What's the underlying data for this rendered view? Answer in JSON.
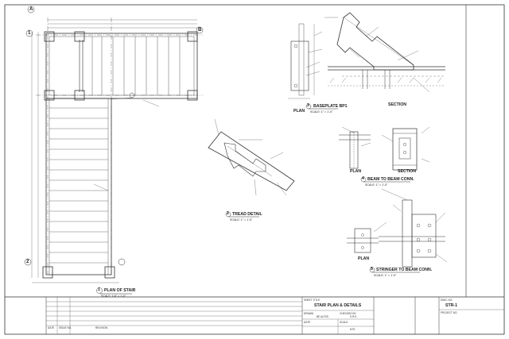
{
  "drawing_views": {
    "plan_of_stair": {
      "title": "PLAN OF STAIR",
      "number": "1",
      "scale": "SCALE: 1/4\" = 1'-0\""
    },
    "baseplate": {
      "title": "BASEPLATE BP1",
      "number": "3",
      "scale": "SCALE: 1\" = 1'-0\""
    },
    "plan_label": "PLAN",
    "section_label": "SECTION",
    "tread_detail": {
      "title": "TREAD DETAIL",
      "number": "2",
      "scale": "SCALE: 1\" = 1'-0\""
    },
    "beam_to_beam": {
      "title": "BEAM TO BEAM CONN.",
      "number": "4",
      "scale": "SCALE: 1\" = 1'-0\""
    },
    "stringer_to_beam": {
      "title": "STRINGER TO BEAM CONN.",
      "number": "5",
      "scale": "SCALE: 1\" = 1'-0\""
    }
  },
  "grid_markers": [
    "A",
    "B",
    "1",
    "2"
  ],
  "title_block": {
    "sheet_title_label": "SHEET TITLE",
    "sheet_title": "STAIR PLAN & DETAILS",
    "drawn_by_label": "DRAWN",
    "drawn_by": "BE ALTES",
    "checked_label": "CHECKED BY",
    "checked": "S.R.E.",
    "date_label": "DATE",
    "date": "",
    "scale_label": "SCALE",
    "scale": "NTS",
    "dwg_no_label": "DWG. NO.",
    "dwg_no": "STR-1",
    "project_label": "PROJECT NO.",
    "revision_headers": [
      "DATE",
      "ISSUE NO.",
      "REVISION"
    ]
  }
}
